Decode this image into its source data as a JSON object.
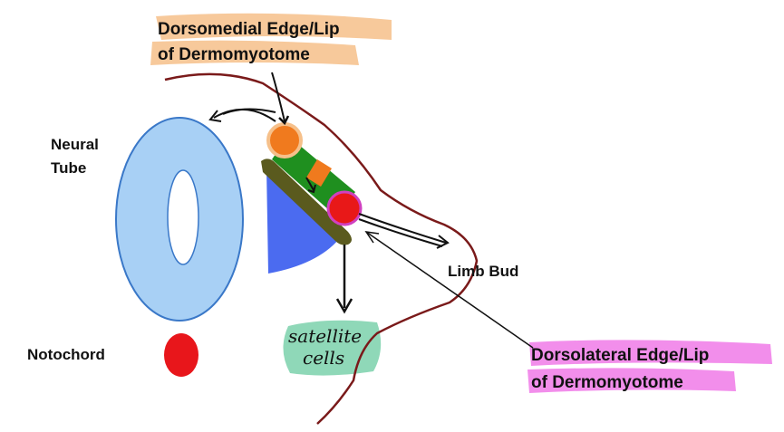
{
  "labels": {
    "dorsomedial_line1": "Dorsomedial Edge/Lip",
    "dorsomedial_line2": "of Dermomyotome",
    "neural_tube_line1": "Neural",
    "neural_tube_line2": "Tube",
    "notochord": "Notochord",
    "limb_bud": "Limb Bud",
    "satellite_line1": "satellite",
    "satellite_line2": "cells",
    "dorsolateral_line1": "Dorsolateral Edge/Lip",
    "dorsolateral_line2": "of Dermomyotome"
  },
  "colors": {
    "neural_tube": "#a8d0f5",
    "neural_tube_stroke": "#3a78c8",
    "notochord": "#e8161b",
    "sclerotome": "#4b6bf0",
    "dermomyotome_green": "#1f8f1f",
    "dorsomedial_lip": "#f07a1e",
    "dorsolateral_lip": "#e81818",
    "myotome": "#5a5a1e",
    "ectoderm": "#7a1a1a",
    "highlight_orange": "#f6c08a",
    "highlight_pink": "#f07ae8",
    "highlight_teal": "#8fd8b8"
  },
  "icons": [
    "arrow-icon"
  ]
}
